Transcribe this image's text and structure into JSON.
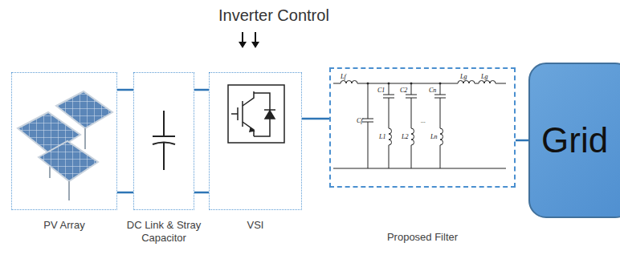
{
  "diagram": {
    "title": "Inverter Control",
    "nodes": [
      {
        "text": [
          "PV Array"
        ]
      },
      {
        "text": [
          "DC Link & Stray Capacitor"
        ]
      },
      {
        "text": [
          "VSI"
        ]
      },
      {
        "text": [
          "Proposed Filter"
        ]
      },
      {
        "text": [
          "Grid"
        ]
      }
    ],
    "edges": [
      {
        "from": 0,
        "to": 1,
        "arrow": "none"
      },
      {
        "from": 0,
        "to": 1,
        "arrow": "none"
      },
      {
        "from": 1,
        "to": 2,
        "arrow": "none"
      },
      {
        "from": 1,
        "to": 2,
        "arrow": "none"
      },
      {
        "from": 2,
        "to": 3,
        "arrow": "none"
      },
      {
        "from": 3,
        "to": 4,
        "arrow": "none"
      }
    ],
    "labels": [
      "Lf",
      "Cf",
      "C1",
      "L1",
      "C2",
      "L2",
      "...",
      "Cn",
      "Ln",
      "Lg",
      "Lg"
    ]
  }
}
